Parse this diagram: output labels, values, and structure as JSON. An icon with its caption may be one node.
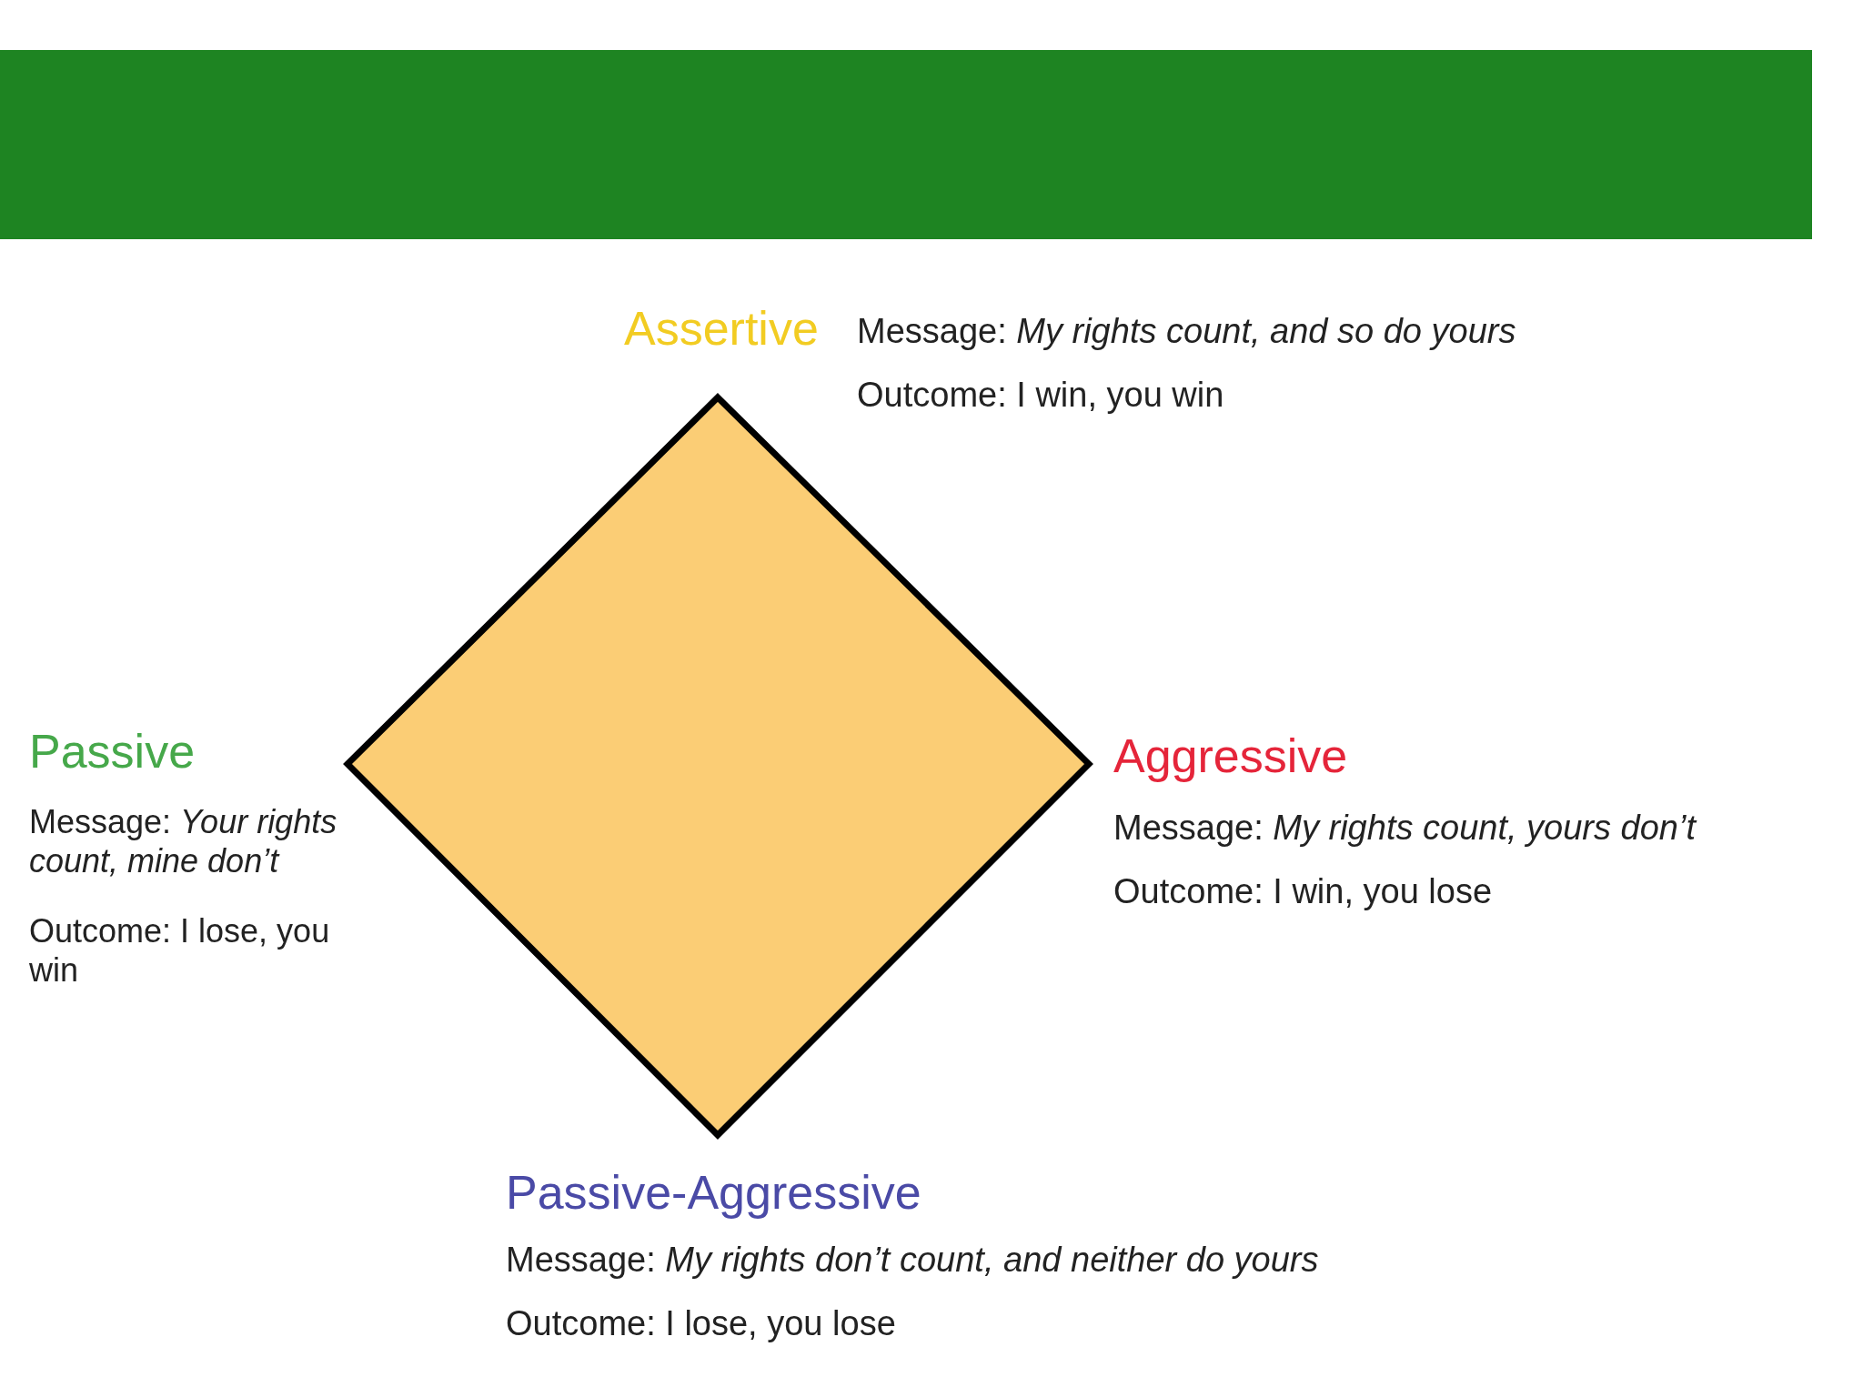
{
  "diagram": {
    "nodes": [
      {
        "text": [],
        "shape": "diamond"
      }
    ],
    "labels": [
      "Assertive",
      "Message: *My rights count, and so do yours*",
      "Outcome: I win, you win",
      "Passive",
      "Message: *Your rights count, mine don’t*",
      "Outcome: I lose, you win",
      "Aggressive",
      "Message: *My rights count, yours don’t*",
      "Outcome: I win, you lose",
      "Passive-Aggressive",
      "Message: *My rights don’t count, and neither do yours*",
      "Outcome: I lose,  you lose"
    ]
  }
}
